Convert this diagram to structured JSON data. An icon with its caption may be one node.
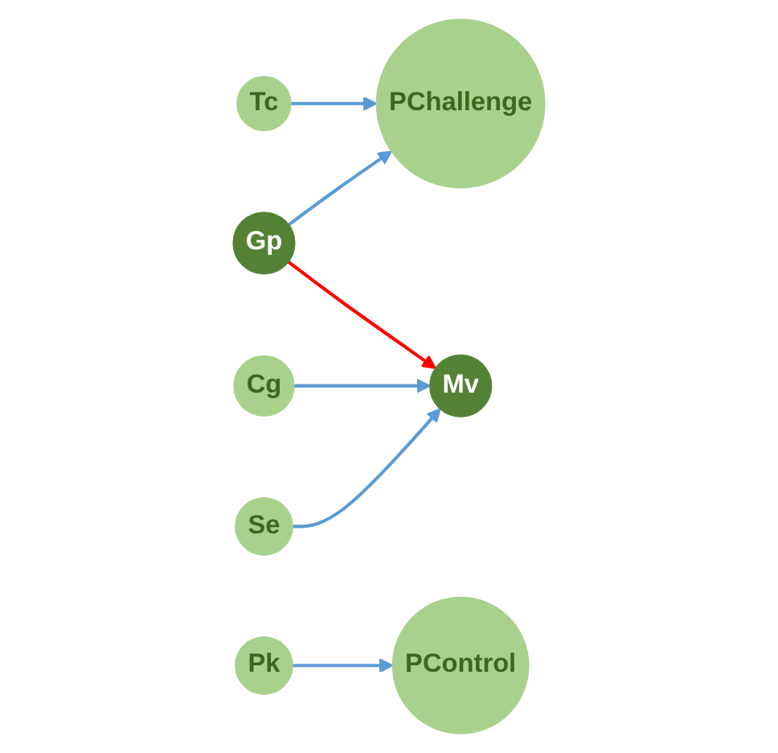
{
  "diagram": {
    "nodes": [
      {
        "text": [
          "Gp"
        ]
      },
      {
        "text": [
          "PChallenge"
        ]
      },
      {
        "text": [
          "Tc"
        ]
      },
      {
        "text": [
          "PControl"
        ]
      },
      {
        "text": [
          "Pk"
        ]
      },
      {
        "text": [
          "Cg"
        ]
      },
      {
        "text": [
          "Mv"
        ]
      },
      {
        "text": [
          "Se"
        ]
      }
    ],
    "edges": [
      {
        "from": 0,
        "to": 1,
        "arrow": "to"
      },
      {
        "from": 2,
        "to": 1,
        "arrow": "to"
      },
      {
        "from": 4,
        "to": 3,
        "arrow": "to"
      },
      {
        "from": 5,
        "to": 6,
        "arrow": "to"
      },
      {
        "from": 7,
        "to": 6,
        "arrow": "to"
      },
      {
        "from": 0,
        "to": 6,
        "arrow": "to",
        "color": "#ff0000"
      }
    ]
  }
}
